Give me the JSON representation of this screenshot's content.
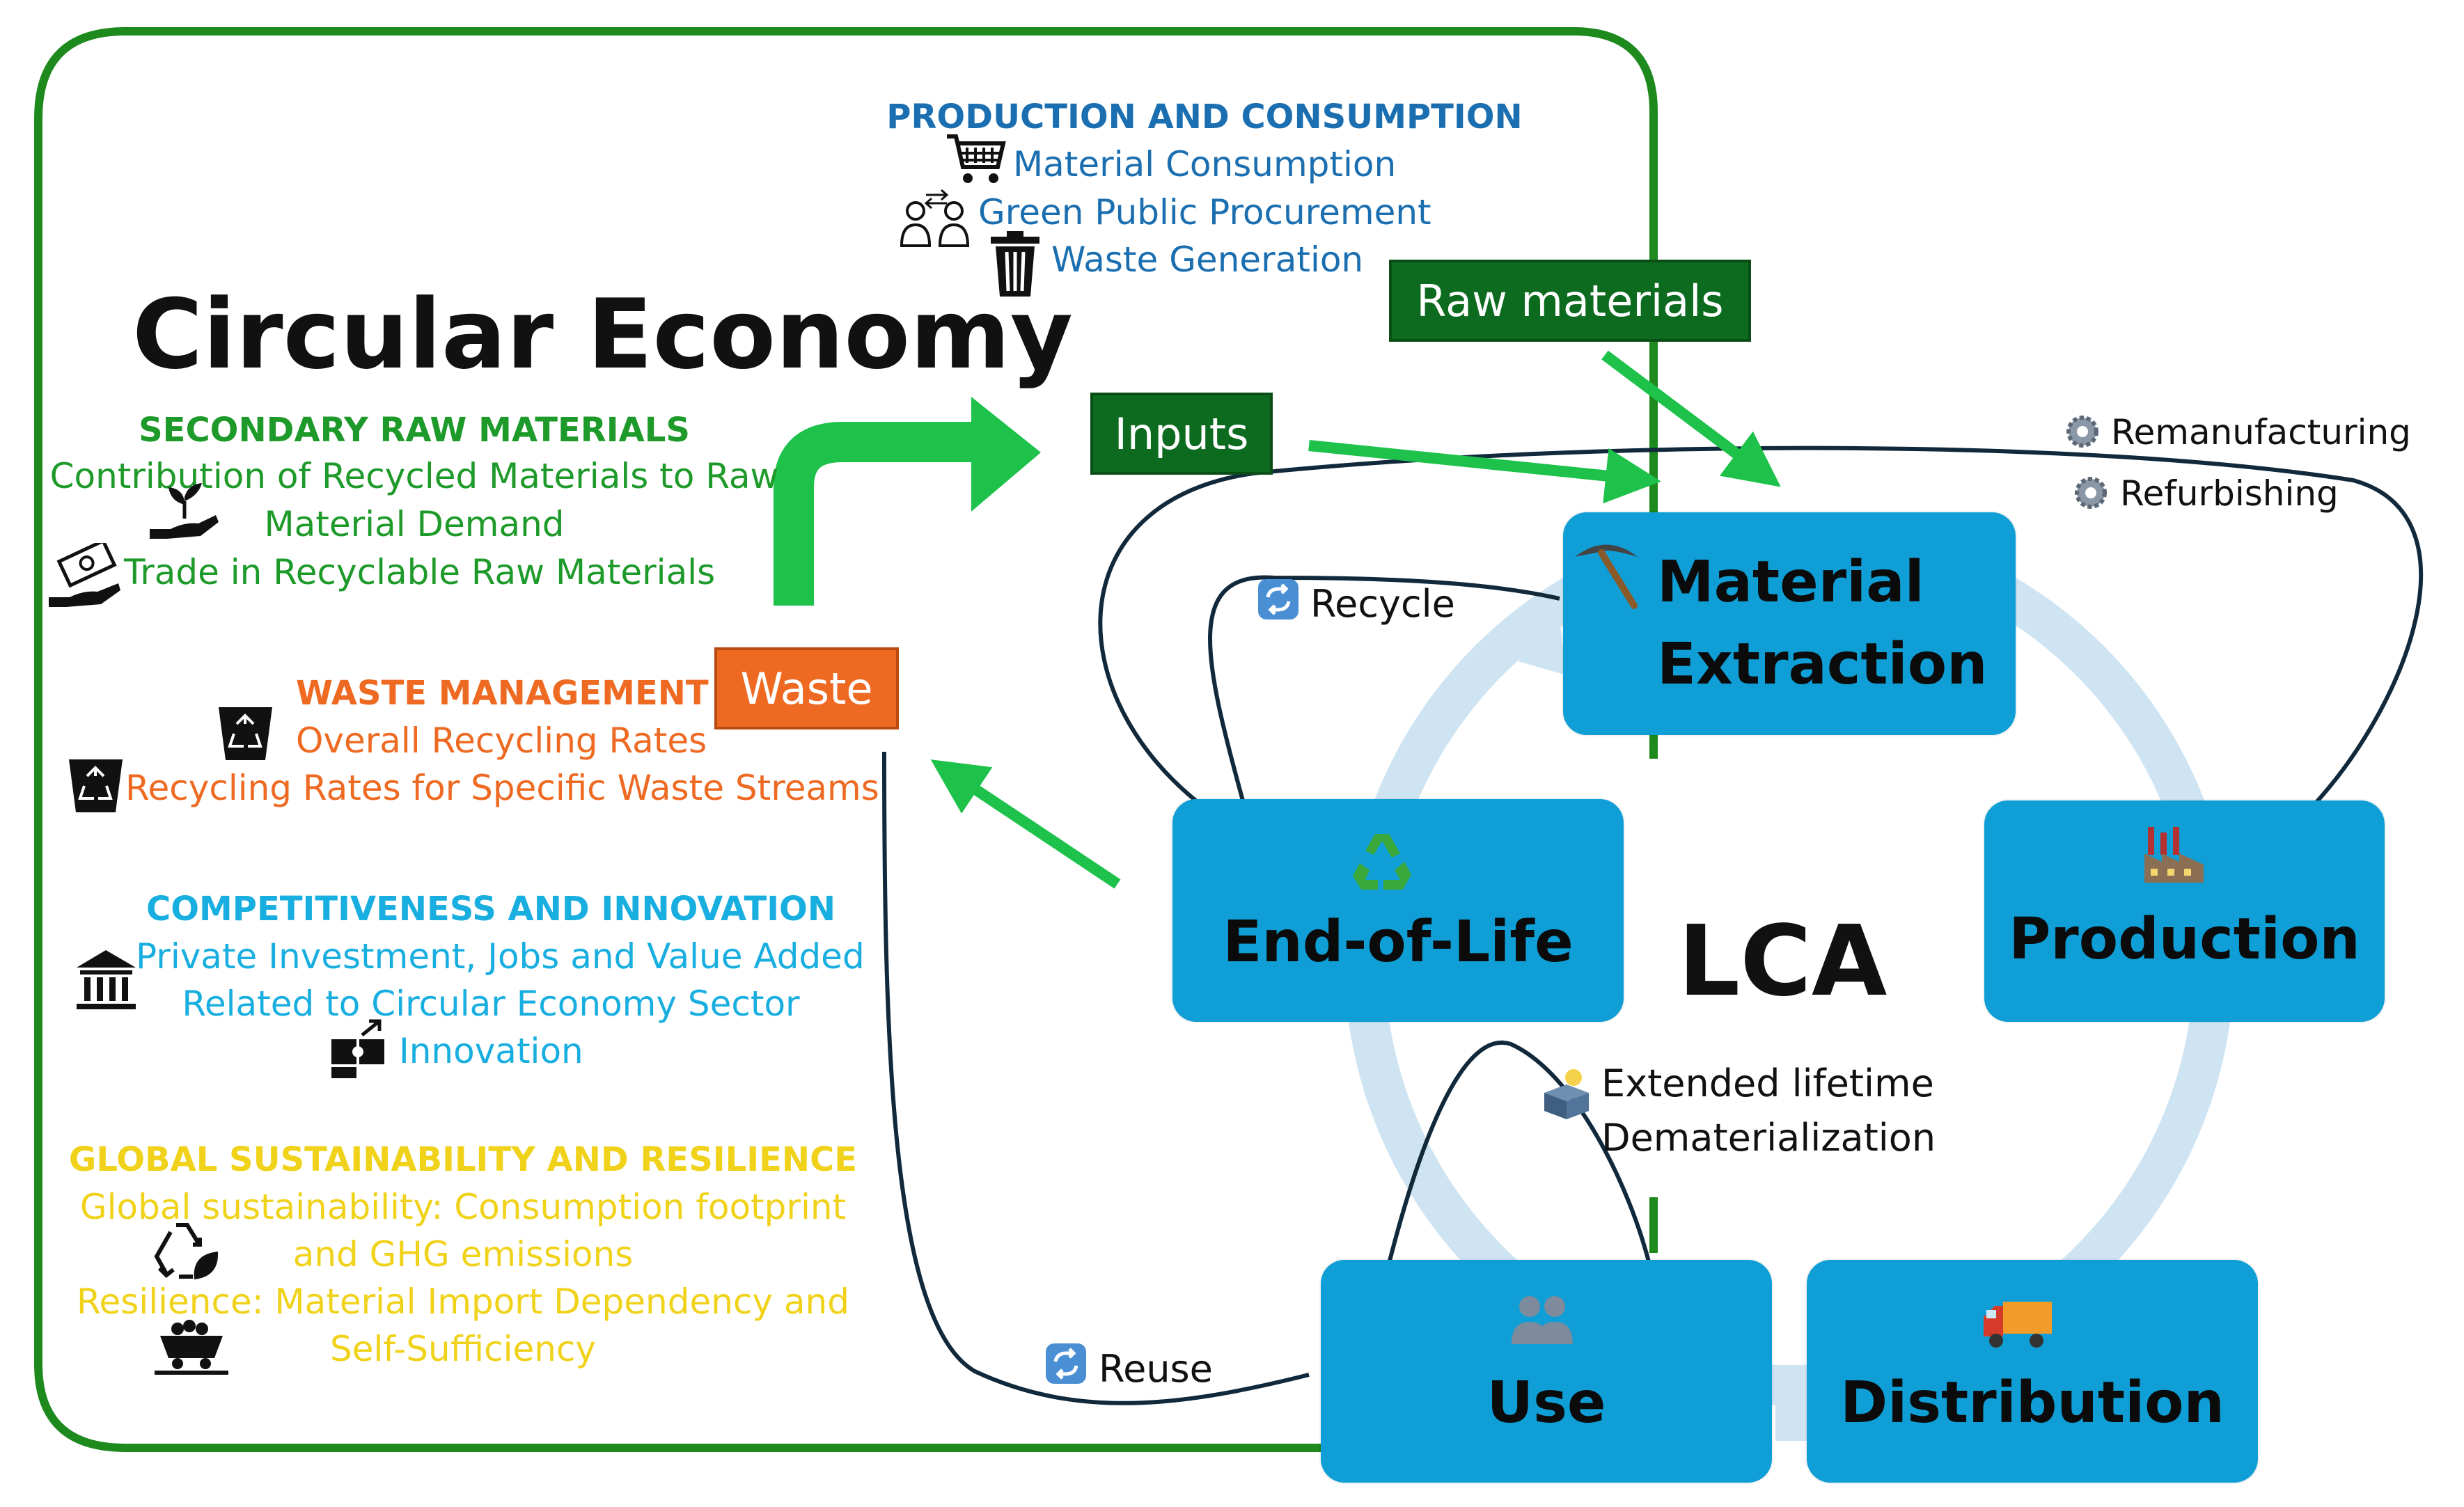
{
  "title": "Circular Economy",
  "lca_label": "LCA",
  "indicators": {
    "production_consumption": {
      "heading": "PRODUCTION AND CONSUMPTION",
      "items": [
        "Material Consumption",
        "Green Public Procurement",
        "Waste Generation"
      ]
    },
    "secondary_raw_materials": {
      "heading": "SECONDARY RAW MATERIALS",
      "items": [
        "Contribution of Recycled Materials to Raw",
        "Material Demand",
        "Trade in Recyclable Raw Materials"
      ]
    },
    "waste_management": {
      "heading": "WASTE MANAGEMENT",
      "items": [
        "Overall Recycling Rates",
        "Recycling Rates for Specific Waste Streams"
      ]
    },
    "competitiveness": {
      "heading": "COMPETITIVENESS AND INNOVATION",
      "items": [
        "Private Investment, Jobs and Value Added",
        "Related to Circular Economy Sector",
        "Innovation"
      ]
    },
    "global_sustainability": {
      "heading": "GLOBAL SUSTAINABILITY AND RESILIENCE",
      "items": [
        "Global sustainability: Consumption footprint",
        "and GHG emissions",
        "Resilience: Material Import Dependency and",
        "Self-Sufficiency"
      ]
    }
  },
  "flow_boxes": {
    "raw_materials": "Raw materials",
    "inputs": "Inputs",
    "waste": "Waste"
  },
  "lifecycle": {
    "material_extraction": [
      "Material",
      "Extraction"
    ],
    "production": "Production",
    "distribution": "Distribution",
    "use": "Use",
    "end_of_life": "End-of-Life"
  },
  "loop_labels": {
    "recycle": "Recycle",
    "reuse": "Reuse",
    "remanufacturing": "Remanufacturing",
    "refurbishing": "Refurbishing",
    "extended_lifetime": "Extended lifetime",
    "dematerialization": "Dematerialization"
  },
  "colors": {
    "frame_green": "#1e8a1e",
    "arrow_green": "#1ec24b",
    "dark_green_box": "#0d6b1f",
    "production_blue": "#1b6fb0",
    "secondary_green": "#1e9a2a",
    "waste_orange": "#ee6a22",
    "competitiveness_cyan": "#19aee0",
    "sustainability_yellow": "#f0d21a",
    "node_blue": "#0f9fd6",
    "ring_light_blue": "#cfe4f2"
  },
  "icons": [
    "shopping-cart-icon",
    "procurement-people-icon",
    "trash-bin-icon",
    "hand-plant-icon",
    "hand-money-icon",
    "recycle-bin-icon",
    "bank-icon",
    "puzzle-icon",
    "recycle-leaf-icon",
    "mine-cart-icon",
    "pickaxe-icon",
    "factory-icon",
    "truck-icon",
    "users-icon",
    "recycle-emoji-icon",
    "refresh-icon",
    "gear-icon",
    "box-lightbulb-icon"
  ]
}
